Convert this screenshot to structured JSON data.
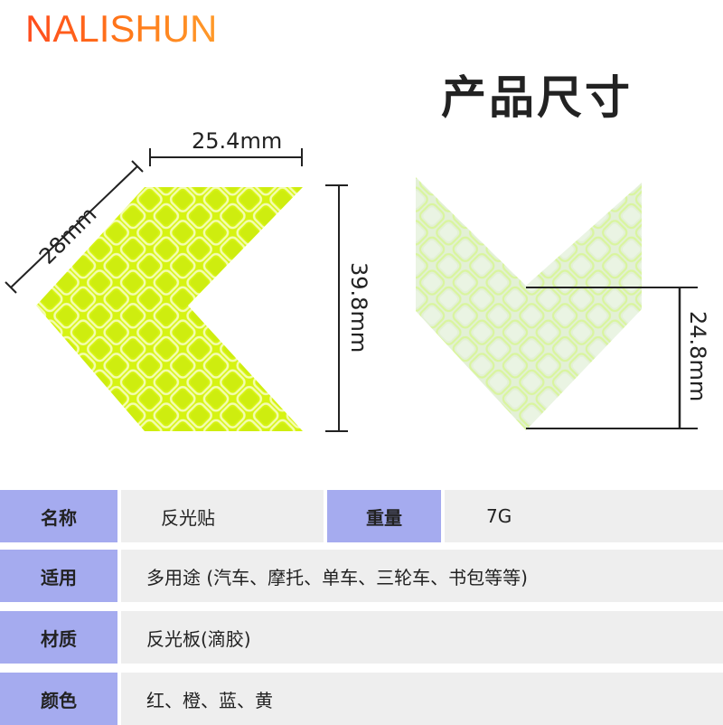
{
  "brand": "NALISHUN",
  "title": "产品尺寸",
  "dimensions": {
    "top_width": "25.4mm",
    "diagonal": "28mm",
    "height": "39.8mm",
    "inner_height": "24.8mm"
  },
  "colors": {
    "sticker_yellow": "#d9f51a",
    "sticker_pale": "#e4f7c8",
    "grid_line": "#eefa9a",
    "label_bg": "#a5abef",
    "row_bg": "#eeeeee"
  },
  "specs": {
    "name_label": "名称",
    "name_value": "反光贴",
    "weight_label": "重量",
    "weight_value": "7G",
    "use_label": "适用",
    "use_value": "多用途 (汽车、摩托、单车、三轮车、书包等等)",
    "material_label": "材质",
    "material_value": "反光板(滴胶)",
    "color_label": "颜色",
    "color_value": "红、橙、蓝、黄"
  }
}
